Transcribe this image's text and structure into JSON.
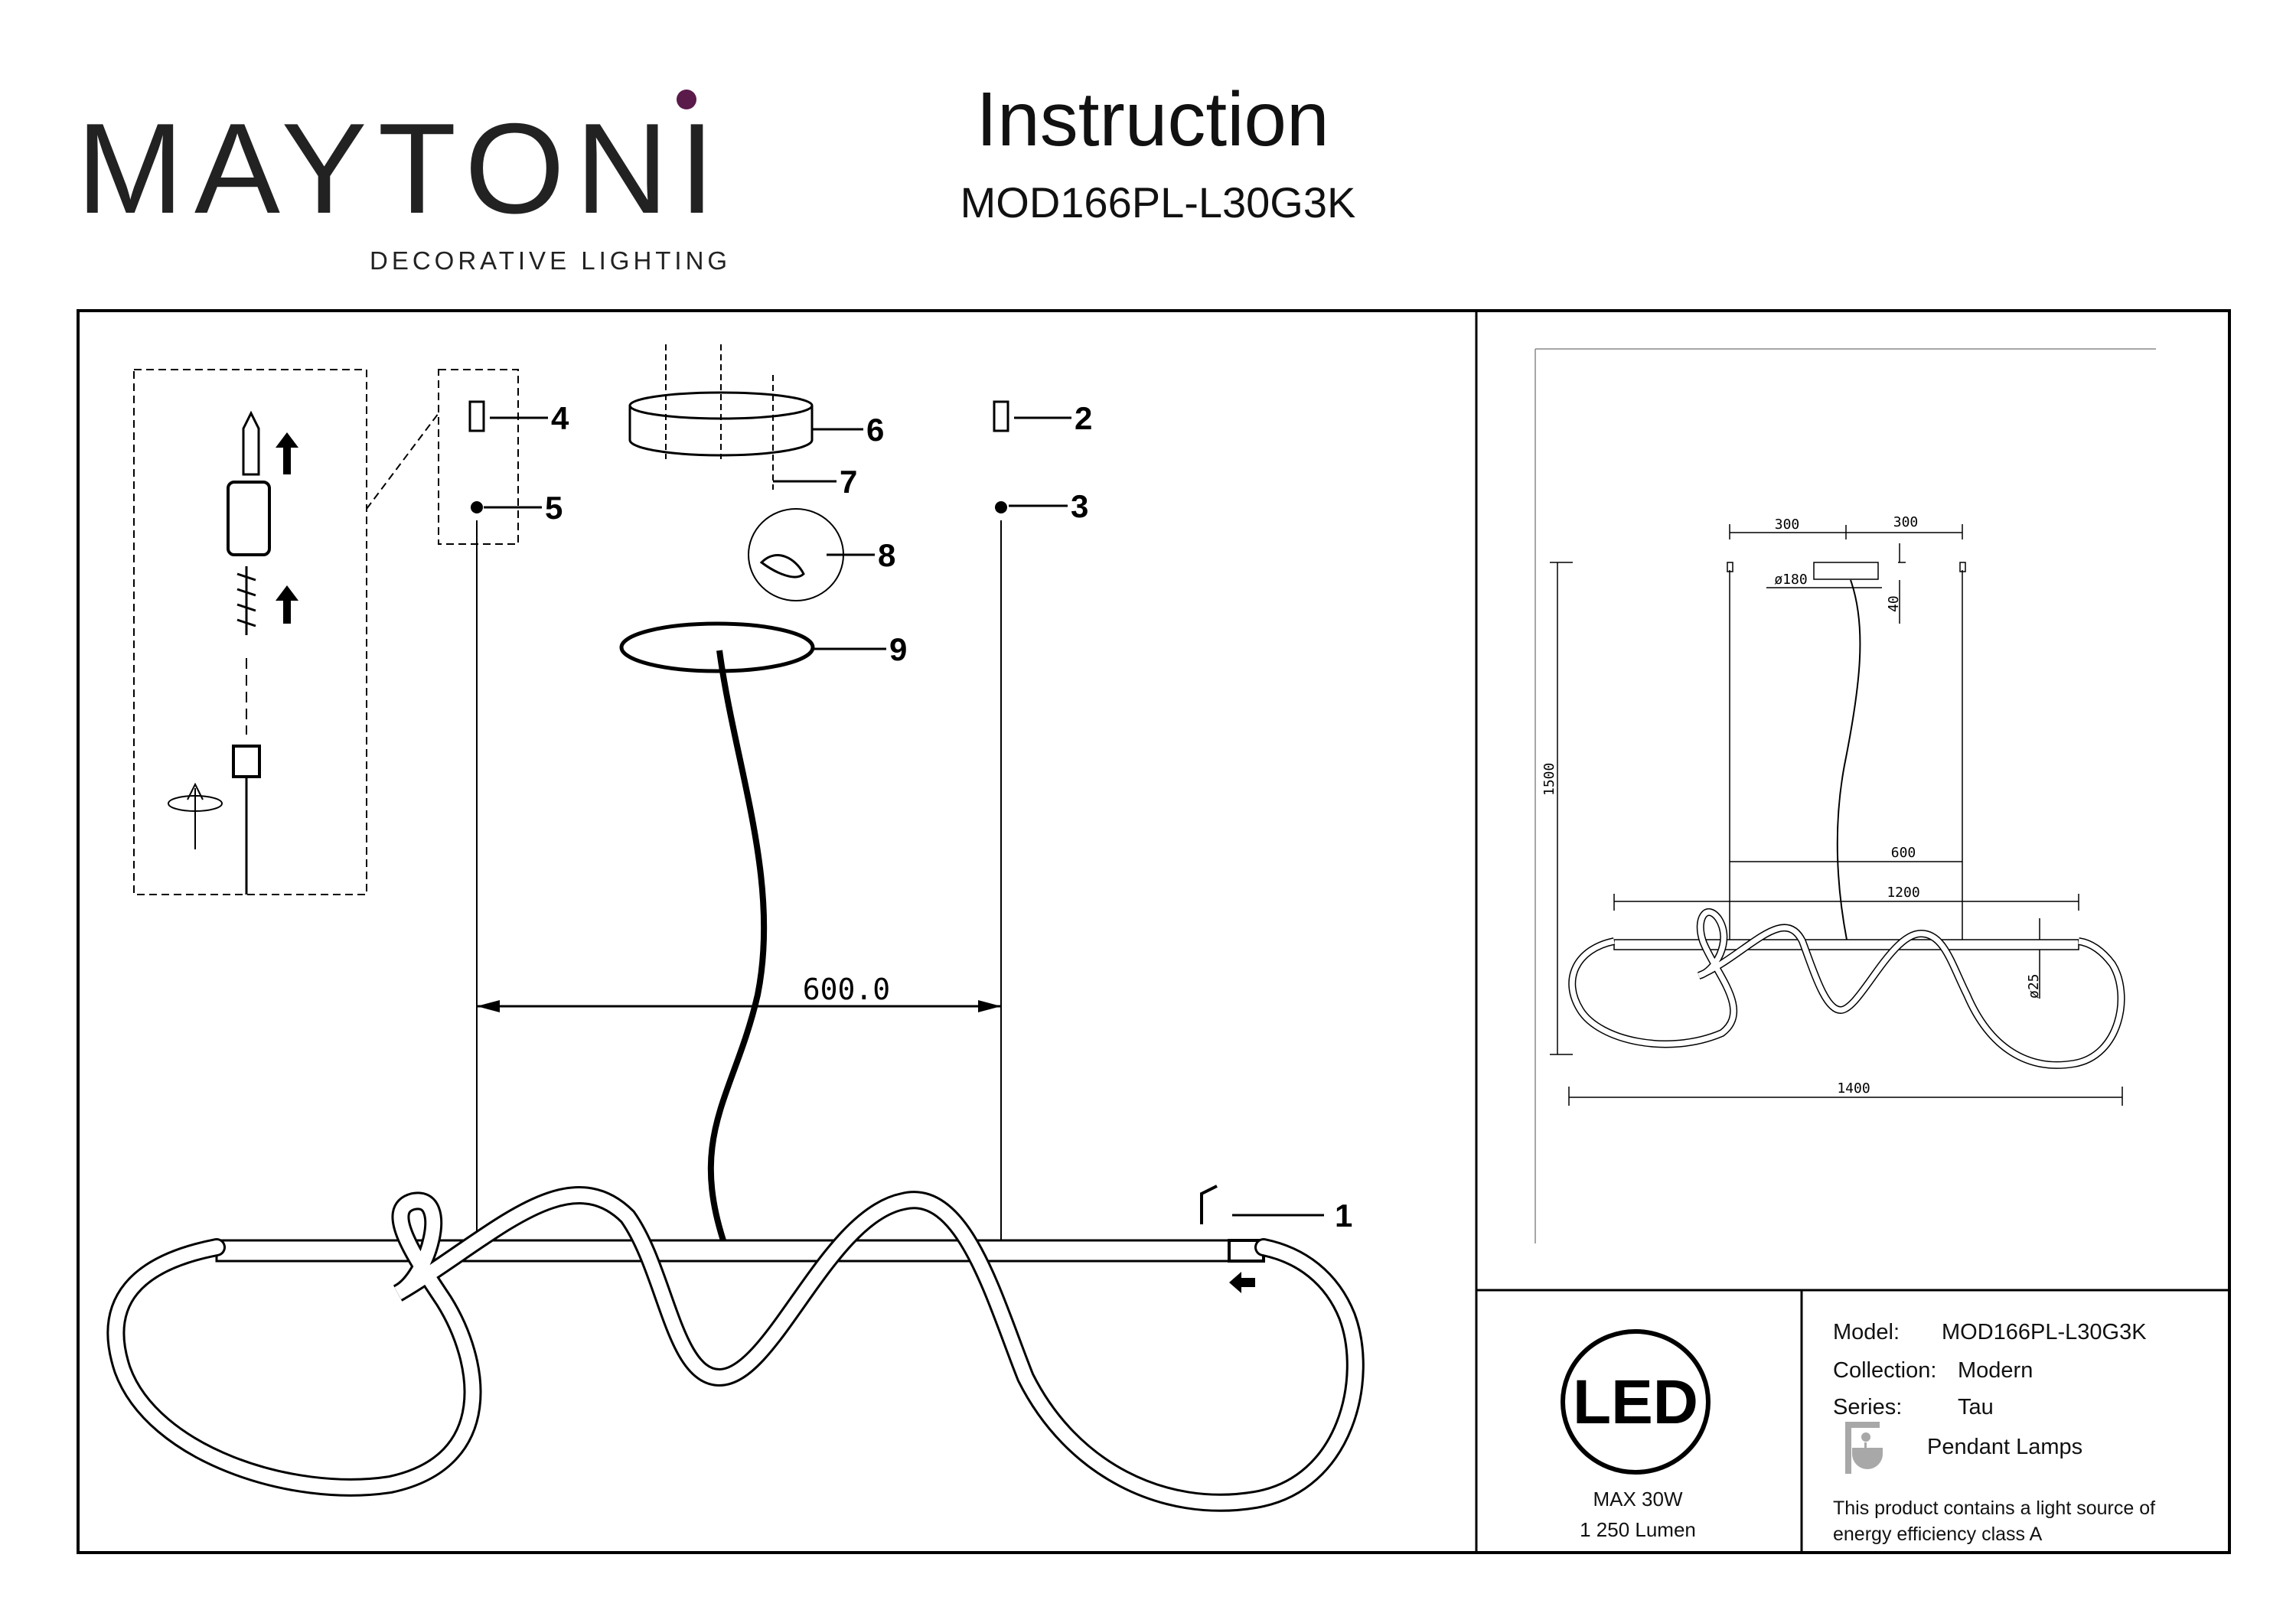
{
  "brand": {
    "logo_text": "MAYTONI",
    "tagline": "DECORATIVE LIGHTING",
    "accent_color": "#5a1a4a"
  },
  "header": {
    "title": "Instruction",
    "model": "MOD166PL-L30G3K"
  },
  "assembly": {
    "callouts": [
      "1",
      "2",
      "3",
      "4",
      "5",
      "6",
      "7",
      "8",
      "9"
    ],
    "rod_spacing": "600.0"
  },
  "dimensions": {
    "half_left": "300",
    "half_right": "300",
    "canopy_diameter": "ø180",
    "canopy_height": "40",
    "total_height": "1500",
    "rod_spacing": "600",
    "bar_length": "1200",
    "tube_diameter": "ø25",
    "total_width": "1400"
  },
  "specs": {
    "led_label": "LED",
    "power": "MAX 30W",
    "lumen": "1 250 Lumen",
    "model_label": "Model:",
    "model_value": "MOD166PL-L30G3K",
    "collection_label": "Collection:",
    "collection_value": "Modern",
    "series_label": "Series:",
    "series_value": "Tau",
    "category": "Pendant Lamps",
    "category_icon": "pendant-lamp-icon",
    "energy_line1": "This product contains a light source of",
    "energy_line2": "energy efficiency class A"
  }
}
